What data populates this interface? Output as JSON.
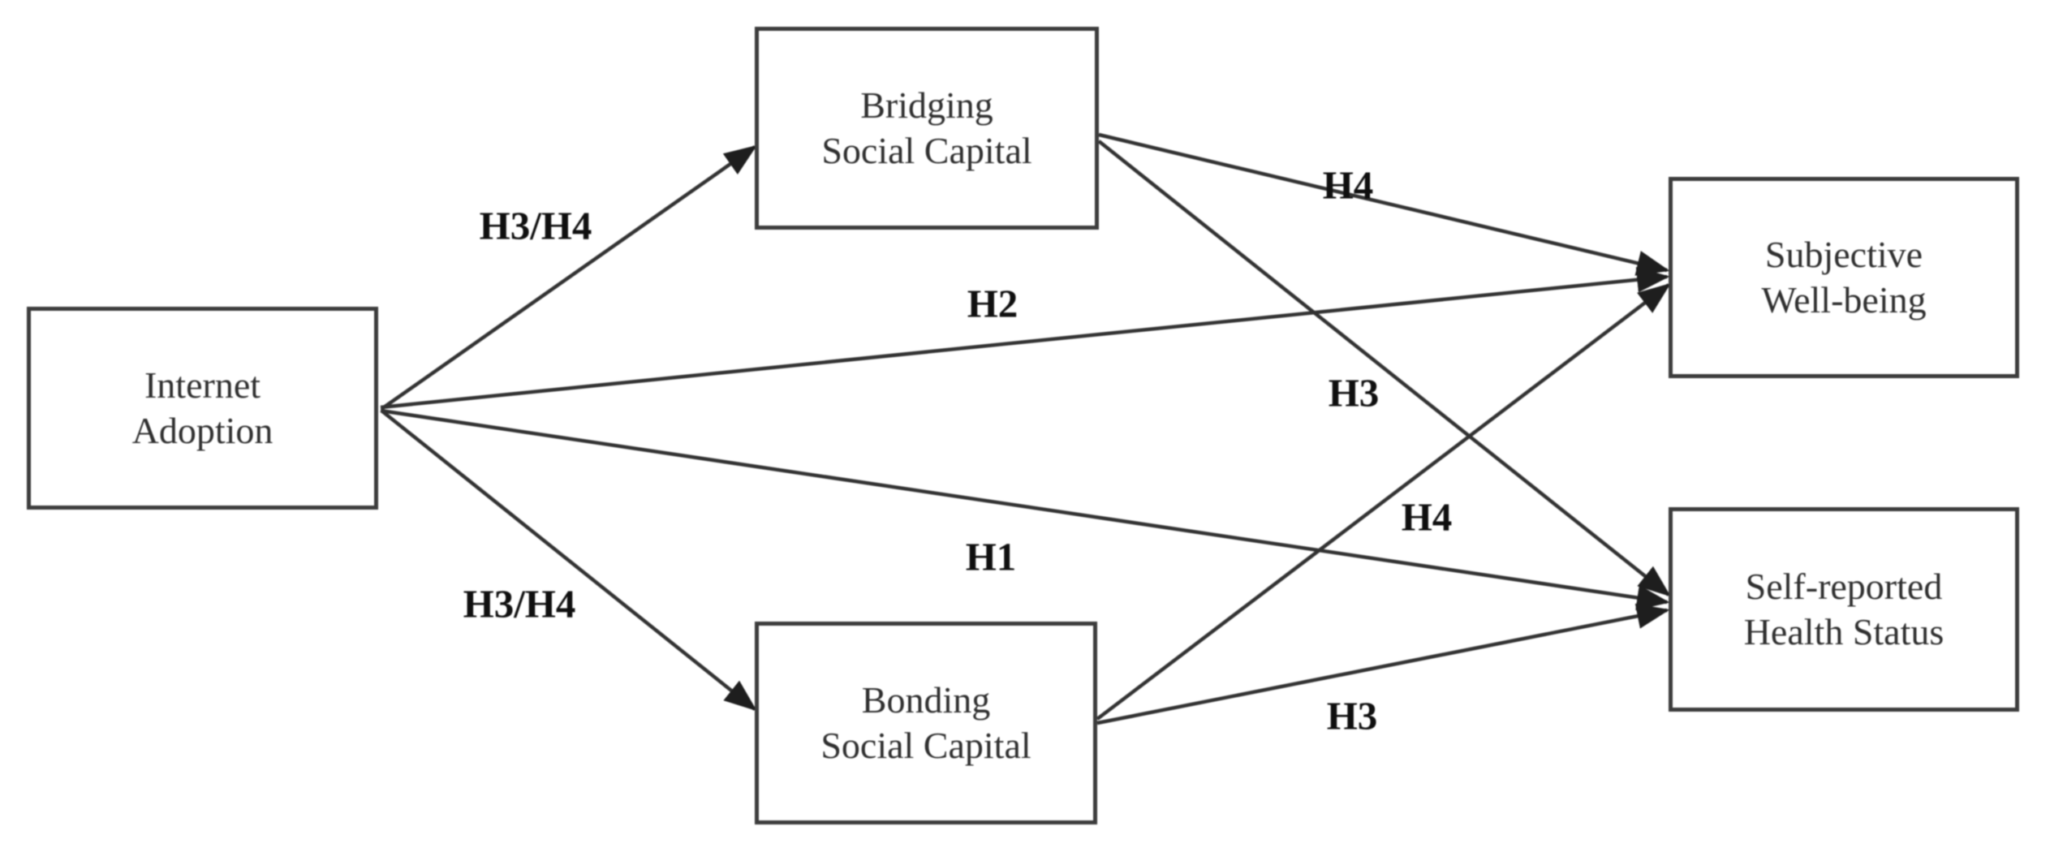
{
  "colors": {
    "background": "#ffffff",
    "line": "#323232",
    "box_border": "#3c3c3c",
    "node_text": "#2f2f2f",
    "label_text": "#0f0f0f"
  },
  "nodes": {
    "internet_adoption": {
      "label": "Internet\nAdoption"
    },
    "bridging": {
      "label": "Bridging\nSocial Capital"
    },
    "bonding": {
      "label": "Bonding\nSocial Capital"
    },
    "subjective": {
      "label": "Subjective\nWell-being"
    },
    "self_reported": {
      "label": "Self-reported\nHealth Status"
    }
  },
  "edges": [
    {
      "from": "Internet Adoption",
      "to": "Bridging Social Capital",
      "label": "H3/H4"
    },
    {
      "from": "Internet Adoption",
      "to": "Bonding Social Capital",
      "label": "H3/H4"
    },
    {
      "from": "Internet Adoption",
      "to": "Subjective Well-being",
      "label": "H2"
    },
    {
      "from": "Internet Adoption",
      "to": "Self-reported Health Status",
      "label": "H1"
    },
    {
      "from": "Bridging Social Capital",
      "to": "Subjective Well-being",
      "label": "H4"
    },
    {
      "from": "Bridging Social Capital",
      "to": "Self-reported Health Status",
      "label": "H3"
    },
    {
      "from": "Bonding Social Capital",
      "to": "Subjective Well-being",
      "label": "H4"
    },
    {
      "from": "Bonding Social Capital",
      "to": "Self-reported Health Status",
      "label": "H3"
    }
  ]
}
